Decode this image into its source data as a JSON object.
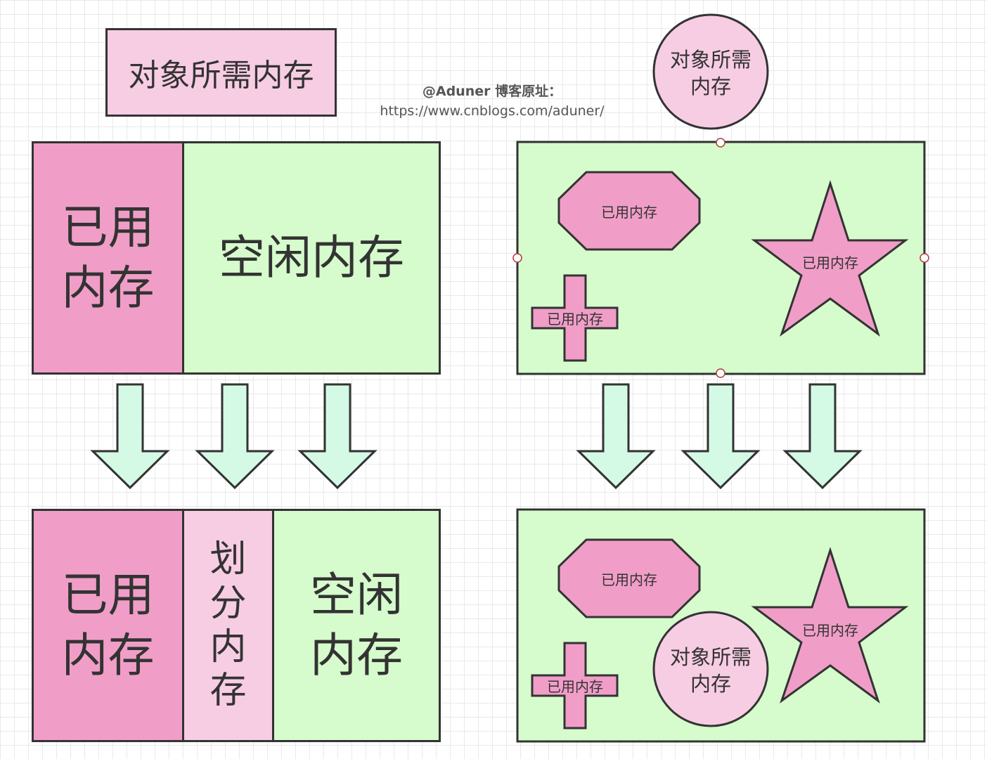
{
  "title_box": "对象所需内存",
  "watermark": {
    "line1": "@Aduner 博客原址：",
    "line2": "https://www.cnblogs.com/aduner/"
  },
  "left_before": {
    "used": [
      "已用",
      "内存"
    ],
    "free": "空闲内存"
  },
  "left_after": {
    "used": [
      "已用",
      "内存"
    ],
    "allocated": [
      "划",
      "分",
      "内",
      "存"
    ],
    "free": [
      "空闲",
      "内存"
    ]
  },
  "right_top_circle": [
    "对象所需",
    "内存"
  ],
  "right_before": {
    "octagon": "已用内存",
    "star": "已用内存",
    "cross": "已用内存"
  },
  "right_after": {
    "octagon": "已用内存",
    "star": "已用内存",
    "cross": "已用内存",
    "circle": [
      "对象所需",
      "内存"
    ]
  },
  "colors": {
    "used": "#f09ec7",
    "object": "#f7cde4",
    "free": "#d6fbcc",
    "arrow": "#d4fae6",
    "stroke": "#333333"
  },
  "icons": [
    "down-arrow-icon",
    "octagon-shape",
    "star-shape",
    "cross-shape",
    "circle-shape"
  ]
}
